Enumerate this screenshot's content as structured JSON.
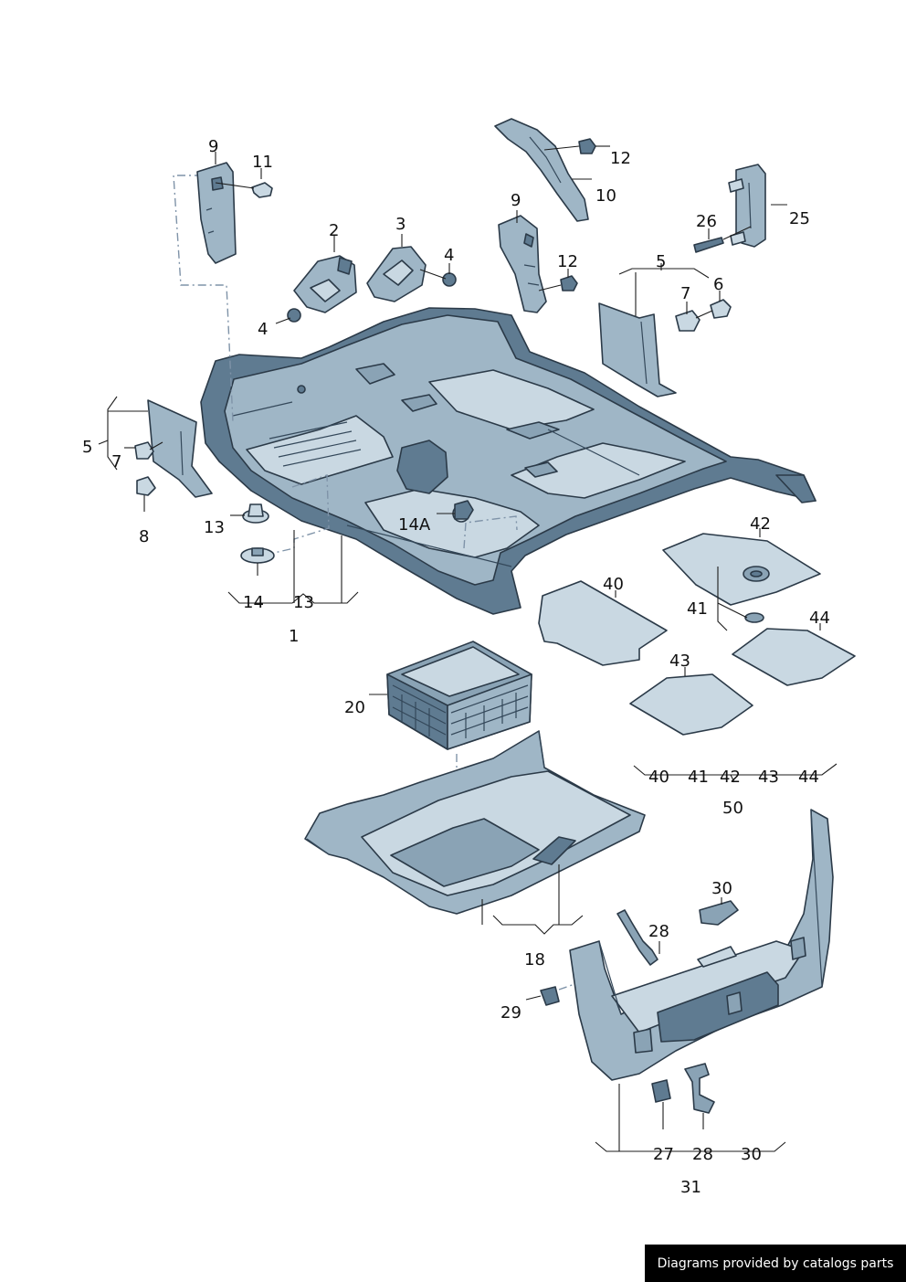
{
  "callouts": {
    "c9a": "9",
    "c11": "11",
    "c2": "2",
    "c3": "3",
    "c4a": "4",
    "c4b": "4",
    "c12a": "12",
    "c10": "10",
    "c9b": "9",
    "c12b": "12",
    "c26": "26",
    "c25": "25",
    "c5a": "5",
    "c6": "6",
    "c7a": "7",
    "c5b": "5",
    "c7b": "7",
    "c8": "8",
    "c13a": "13",
    "c14a": "14A",
    "c14": "14",
    "c13b": "13",
    "c1": "1",
    "c42a": "42",
    "c40a": "40",
    "c41a": "41",
    "c44a": "44",
    "c43a": "43",
    "c20": "20",
    "c40b": "40",
    "c41b": "41",
    "c42b": "42",
    "c43b": "43",
    "c44b": "44",
    "c50": "50",
    "c18": "18",
    "c30a": "30",
    "c28a": "28",
    "c29": "29",
    "c27": "27",
    "c28b": "28",
    "c30b": "30",
    "c31": "31"
  },
  "footer": {
    "credit": "Diagrams provided by catalogs parts"
  }
}
